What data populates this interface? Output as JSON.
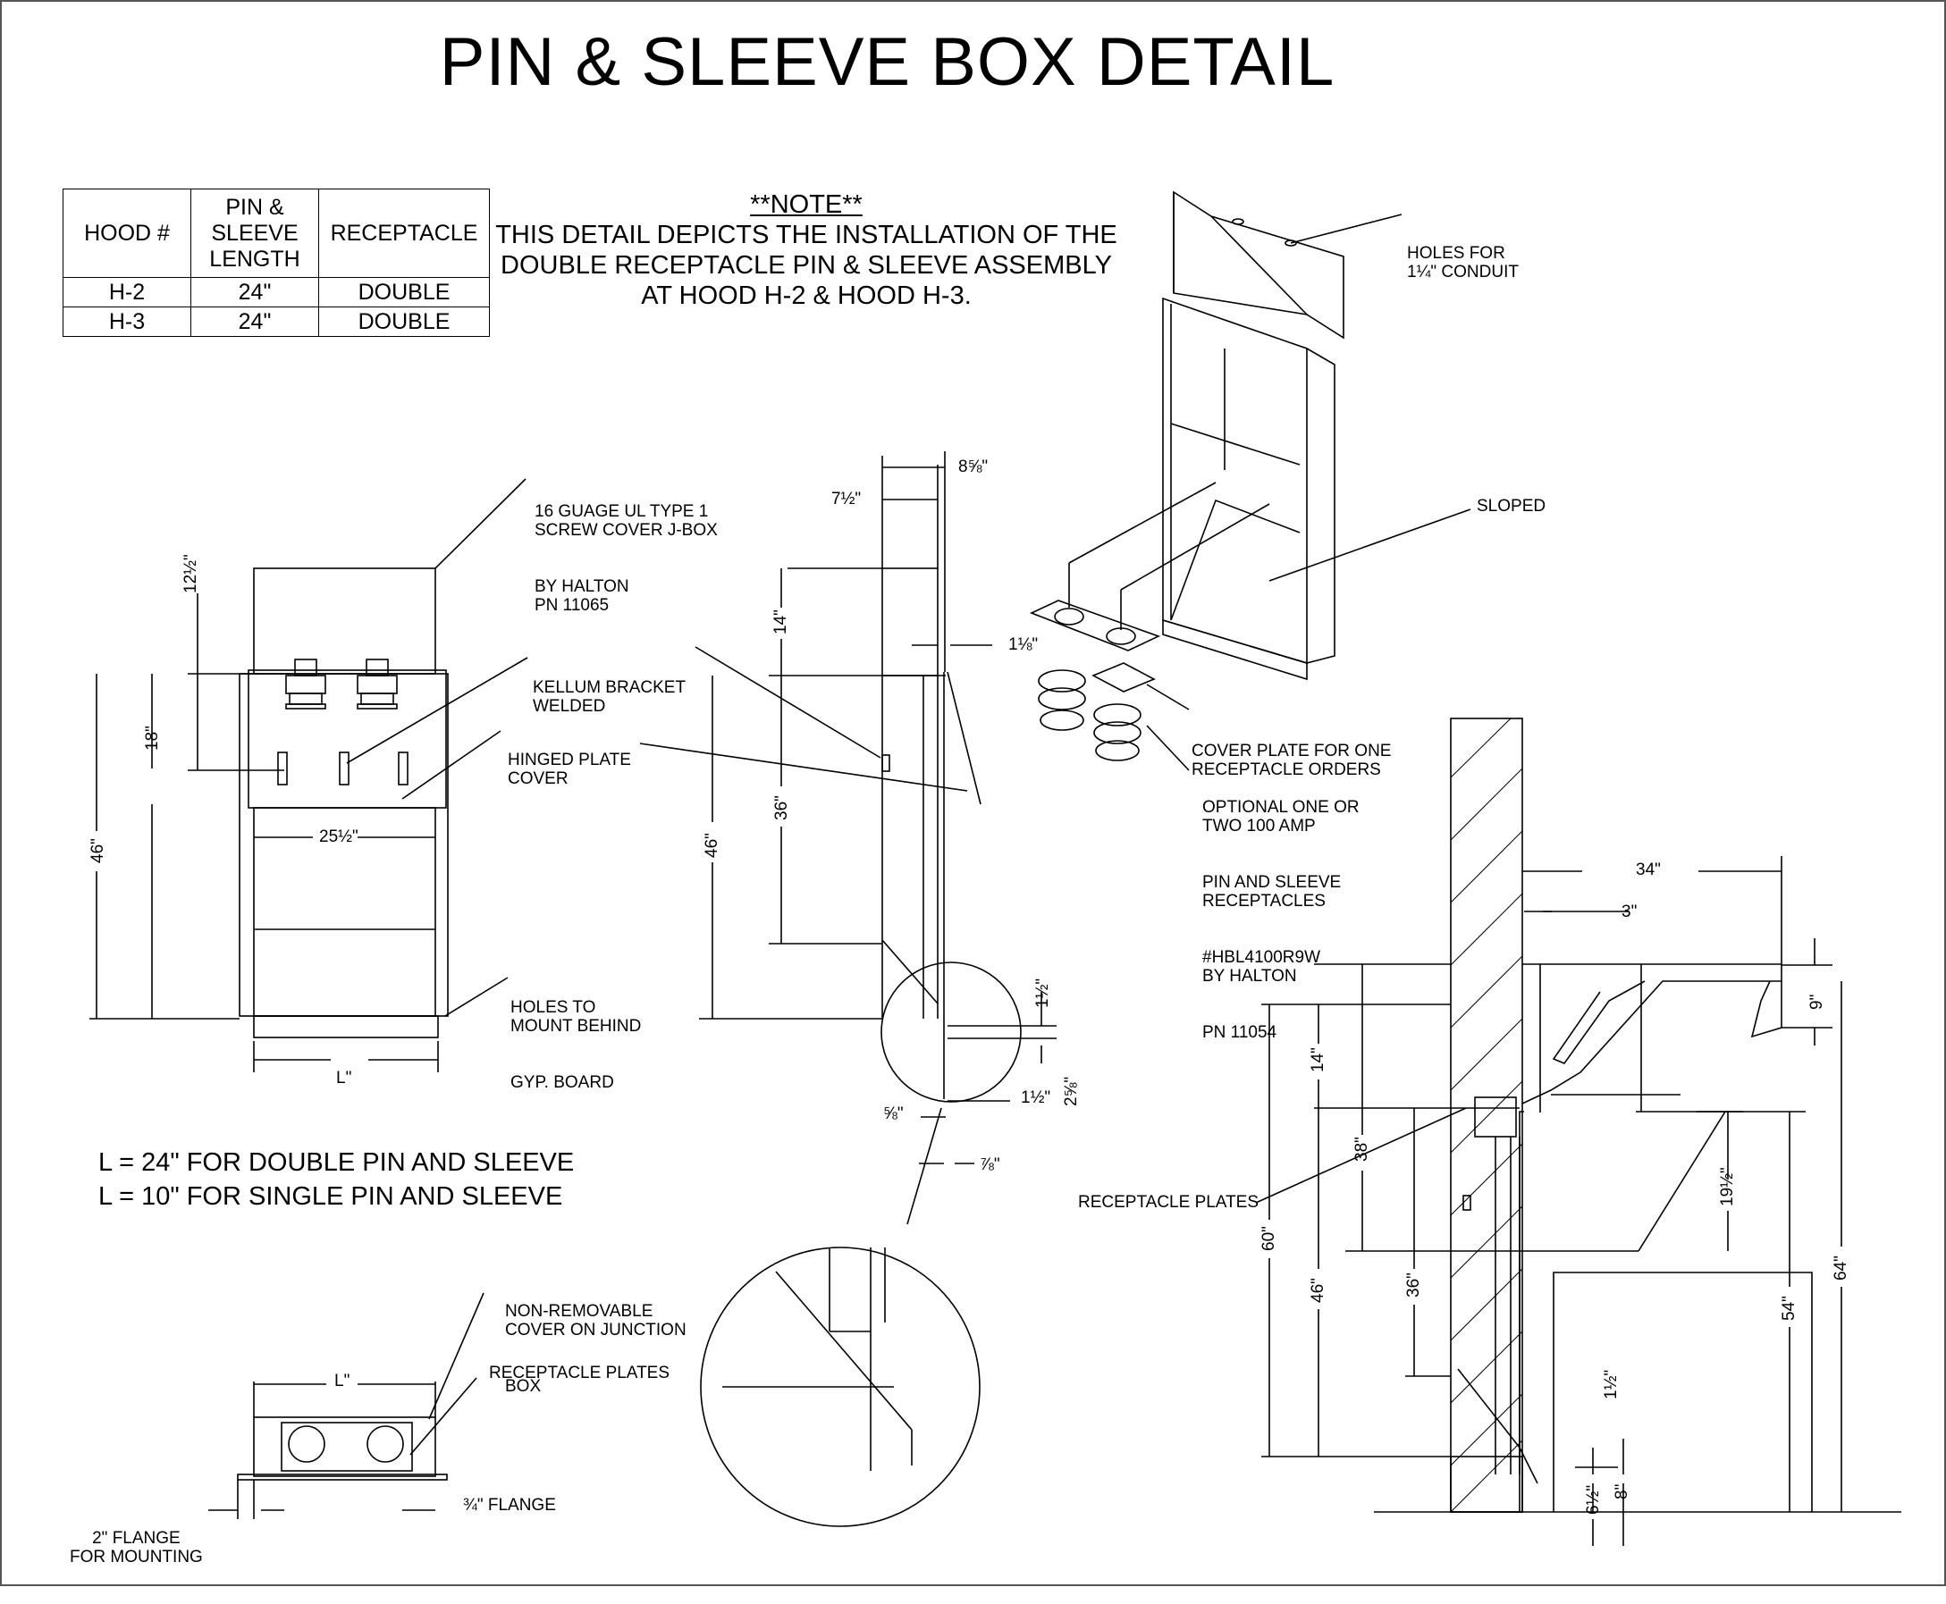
{
  "title": "PIN & SLEEVE BOX DETAIL",
  "note": {
    "header": "**NOTE**",
    "lines": [
      "THIS DETAIL DEPICTS THE INSTALLATION OF THE",
      "DOUBLE RECEPTACLE PIN & SLEEVE ASSEMBLY",
      "AT HOOD H-2 & HOOD H-3."
    ]
  },
  "table": {
    "headers": [
      "HOOD #",
      "PIN & SLEEVE LENGTH",
      "RECEPTACLE"
    ],
    "header_lines": [
      [
        "HOOD #"
      ],
      [
        "PIN &",
        "SLEEVE",
        "LENGTH"
      ],
      [
        "RECEPTACLE"
      ]
    ],
    "rows": [
      [
        "H-2",
        "24\"",
        "DOUBLE"
      ],
      [
        "H-3",
        "24\"",
        "DOUBLE"
      ]
    ]
  },
  "labels": {
    "jbox": [
      "16 GUAGE UL TYPE 1",
      "SCREW COVER J-BOX",
      "BY HALTON",
      "PN 11065"
    ],
    "kellum": [
      "KELLUM BRACKET",
      "WELDED"
    ],
    "hinged": [
      "HINGED PLATE",
      "COVER"
    ],
    "holes_mount": [
      "HOLES TO",
      "MOUNT BEHIND",
      "GYP. BOARD"
    ],
    "holes_conduit": [
      "HOLES FOR",
      "1¼\" CONDUIT"
    ],
    "sloped": "SLOPED",
    "cover_plate": [
      "COVER PLATE FOR ONE",
      "RECEPTACLE ORDERS"
    ],
    "optional": [
      "OPTIONAL ONE OR",
      "TWO 100 AMP",
      "PIN AND SLEEVE",
      "RECEPTACLES",
      "#HBL4100R9W",
      "BY HALTON",
      "PN 11054"
    ],
    "non_removable": [
      "NON-REMOVABLE",
      "COVER ON JUNCTION",
      "BOX"
    ],
    "receptacle_plates_small": "RECEPTACLE PLATES",
    "receptacle_plates_large": "RECEPTACLE PLATES",
    "flange_2": [
      "2\" FLANGE",
      "FOR MOUNTING"
    ],
    "flange_34": "¾\" FLANGE"
  },
  "equations": [
    "L = 24\" FOR DOUBLE PIN AND SLEEVE",
    "L = 10\" FOR SINGLE PIN AND SLEEVE"
  ],
  "dims": {
    "front_12_5": "12½\"",
    "front_18": "18\"",
    "front_46": "46\"",
    "front_25_5": "25½\"",
    "front_L": "L\"",
    "side_8_58": "8⅝\"",
    "side_7_5": "7½\"",
    "side_14": "14\"",
    "side_1_18": "1⅛\"",
    "side_36": "36\"",
    "side_46": "46\"",
    "side_1_5a": "1½\"",
    "side_1_5b": "1½\"",
    "side_2_58": "2⅝\"",
    "side_58": "⅝\"",
    "side_78": "⅞\"",
    "bottom_L": "L\"",
    "sec_34": "34\"",
    "sec_3": "3\"",
    "sec_9": "9\"",
    "sec_14": "14\"",
    "sec_38": "38\"",
    "sec_60": "60\"",
    "sec_46": "46\"",
    "sec_36": "36\"",
    "sec_19_5": "19½\"",
    "sec_54": "54\"",
    "sec_64": "64\"",
    "sec_1_5": "1½\"",
    "sec_6_5": "6½\"",
    "sec_8": "8\""
  },
  "colors": {
    "line": "#000000",
    "border": "#555555",
    "background": "#ffffff"
  }
}
